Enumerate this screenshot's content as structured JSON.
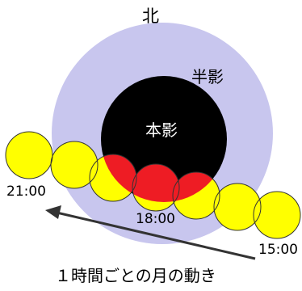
{
  "labels": {
    "north": "北",
    "penumbra": "半影",
    "umbra": "本影",
    "caption": "１時間ごとの月の動き"
  },
  "times": {
    "t2100": "21:00",
    "t1800": "18:00",
    "t1500": "15:00"
  },
  "colors": {
    "penumbra": "#c8c6ee",
    "umbra": "#000000",
    "moon": "#ffff00",
    "moon_in_umbra": "#ee1c24",
    "outline": "#333333",
    "arrow": "#333333"
  }
}
